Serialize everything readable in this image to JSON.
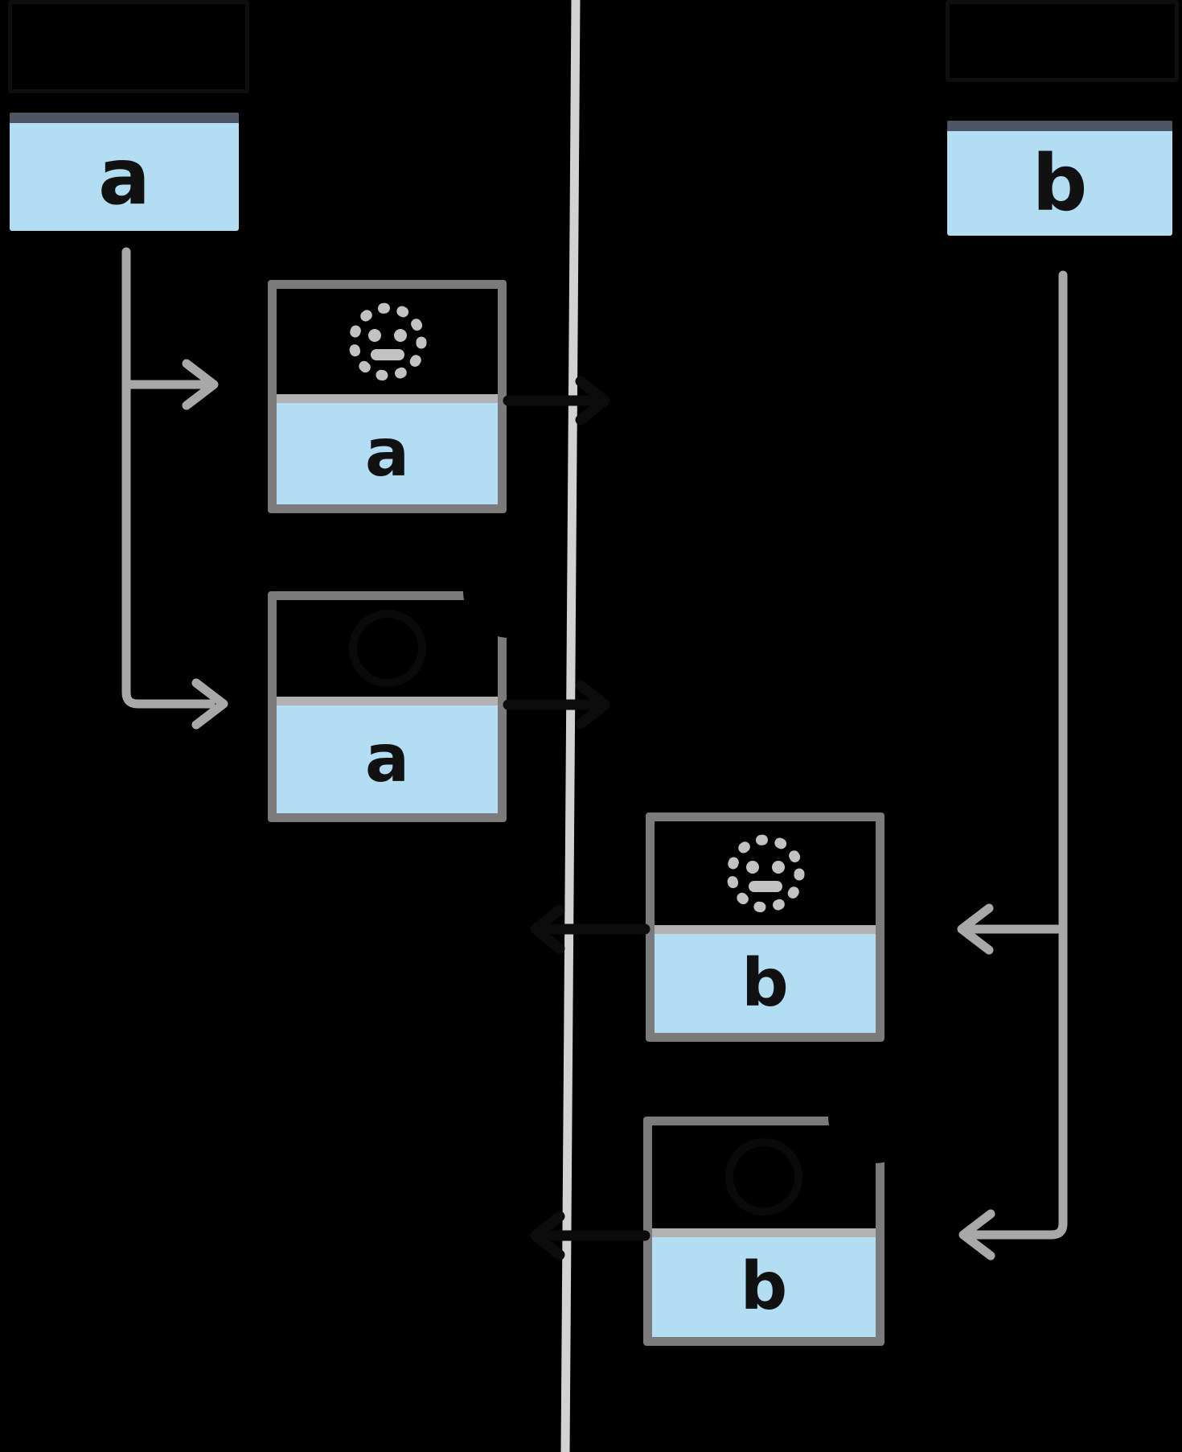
{
  "diagram": {
    "title_hidden_labels": {
      "left_label_text": "",
      "right_label_text": "",
      "note": "labels drawn in near-black, not legible against black background"
    },
    "source_a": {
      "label": "a"
    },
    "source_b": {
      "label": "b"
    },
    "renders": [
      {
        "id": "render-a-1",
        "label": "a",
        "icon": "dotted-circle-face-icon"
      },
      {
        "id": "render-a-2",
        "label": "a",
        "icon": "hidden-dark-emoji-icon",
        "badge": "black-blob"
      },
      {
        "id": "render-b-1",
        "label": "b",
        "icon": "dotted-circle-face-icon"
      },
      {
        "id": "render-b-2",
        "label": "b",
        "icon": "hidden-dark-emoji-icon",
        "badge": "black-blob"
      }
    ],
    "edges": [
      "source-a -> render-a-1",
      "source-a -> render-a-2",
      "source-b -> render-b-1",
      "source-b -> render-b-2",
      "render-a-1 -> timeline (dark arrow)",
      "render-a-2 -> timeline (dark arrow)",
      "render-b-1 -> timeline (dark arrow)",
      "render-b-2 -> timeline (dark arrow)"
    ],
    "colors": {
      "background": "#000000",
      "box_fill_blue": "#b3ddf2",
      "source_header_strip": "#4f5663",
      "render_box_border": "#7b7b7b",
      "render_box_divider": "#b2b2b2",
      "flow_line_gray": "#a8a8a8",
      "timeline_gray": "#d2d2d2",
      "dotted_face_gray": "#c2c2c2",
      "letter_color": "#111111",
      "hidden_ink": "#0c0c0c"
    }
  }
}
